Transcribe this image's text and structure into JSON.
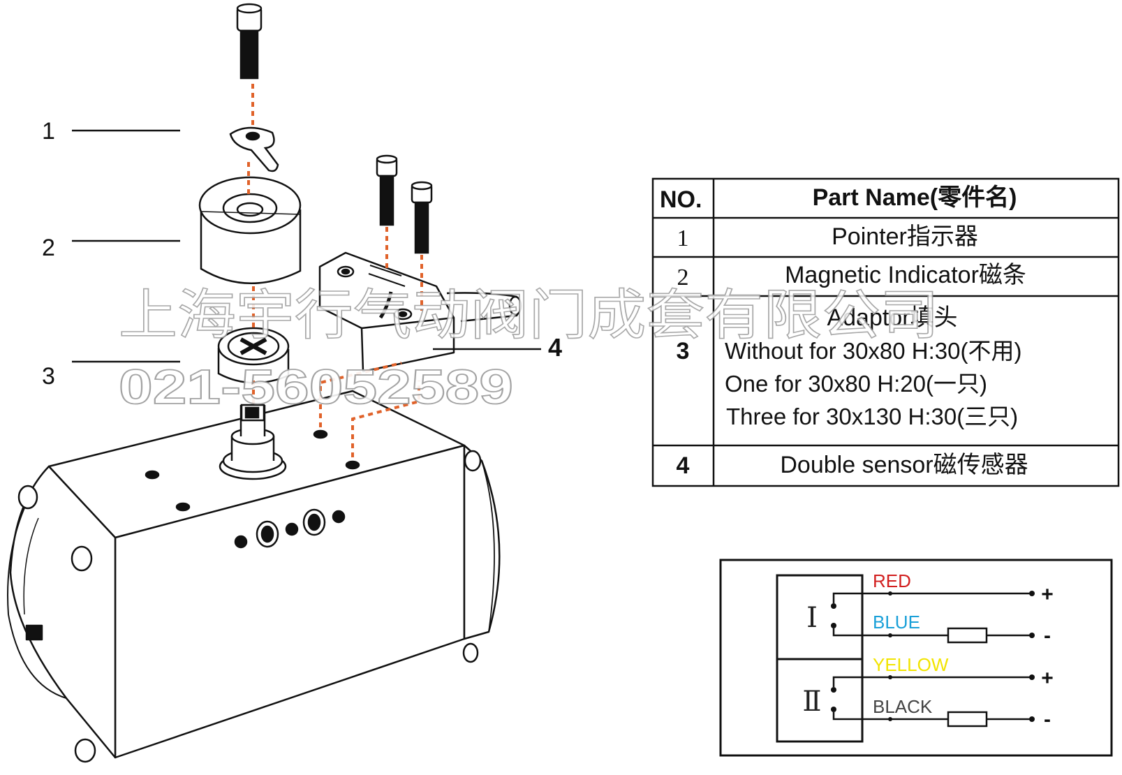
{
  "callouts": {
    "c1": "1",
    "c2": "2",
    "c3": "3",
    "c4": "4"
  },
  "parts_table": {
    "header_no": "NO.",
    "header_name": "Part Name(零件名)",
    "rows": [
      {
        "no": "1",
        "lines": [
          "Pointer指示器"
        ]
      },
      {
        "no": "2",
        "lines": [
          "Magnetic Indicator磁条"
        ]
      },
      {
        "no": "3",
        "lines": [
          "Adaptor填头",
          "Without for 30x80 H:30(不用)",
          "One for 30x80 H:20(一只)",
          "Three for 30x130 H:30(三只)"
        ]
      },
      {
        "no": "4",
        "lines": [
          "Double sensor磁传感器"
        ]
      }
    ]
  },
  "wiring": {
    "sensor_1_label": "Ⅰ",
    "sensor_2_label": "Ⅱ",
    "wires": [
      {
        "label": "RED",
        "color": "#d21e1e",
        "terminal": "+"
      },
      {
        "label": "BLUE",
        "color": "#1aa0d8",
        "terminal": "-"
      },
      {
        "label": "YELLOW",
        "color": "#f2e400",
        "terminal": "+"
      },
      {
        "label": "BLACK",
        "color": "#444444",
        "terminal": "-"
      }
    ]
  },
  "watermark": {
    "company": "上海宇行气动阀门成套有限公司",
    "phone": "021-56052589"
  },
  "colors": {
    "line": "#111111",
    "dashed_guide": "#e0622a"
  }
}
